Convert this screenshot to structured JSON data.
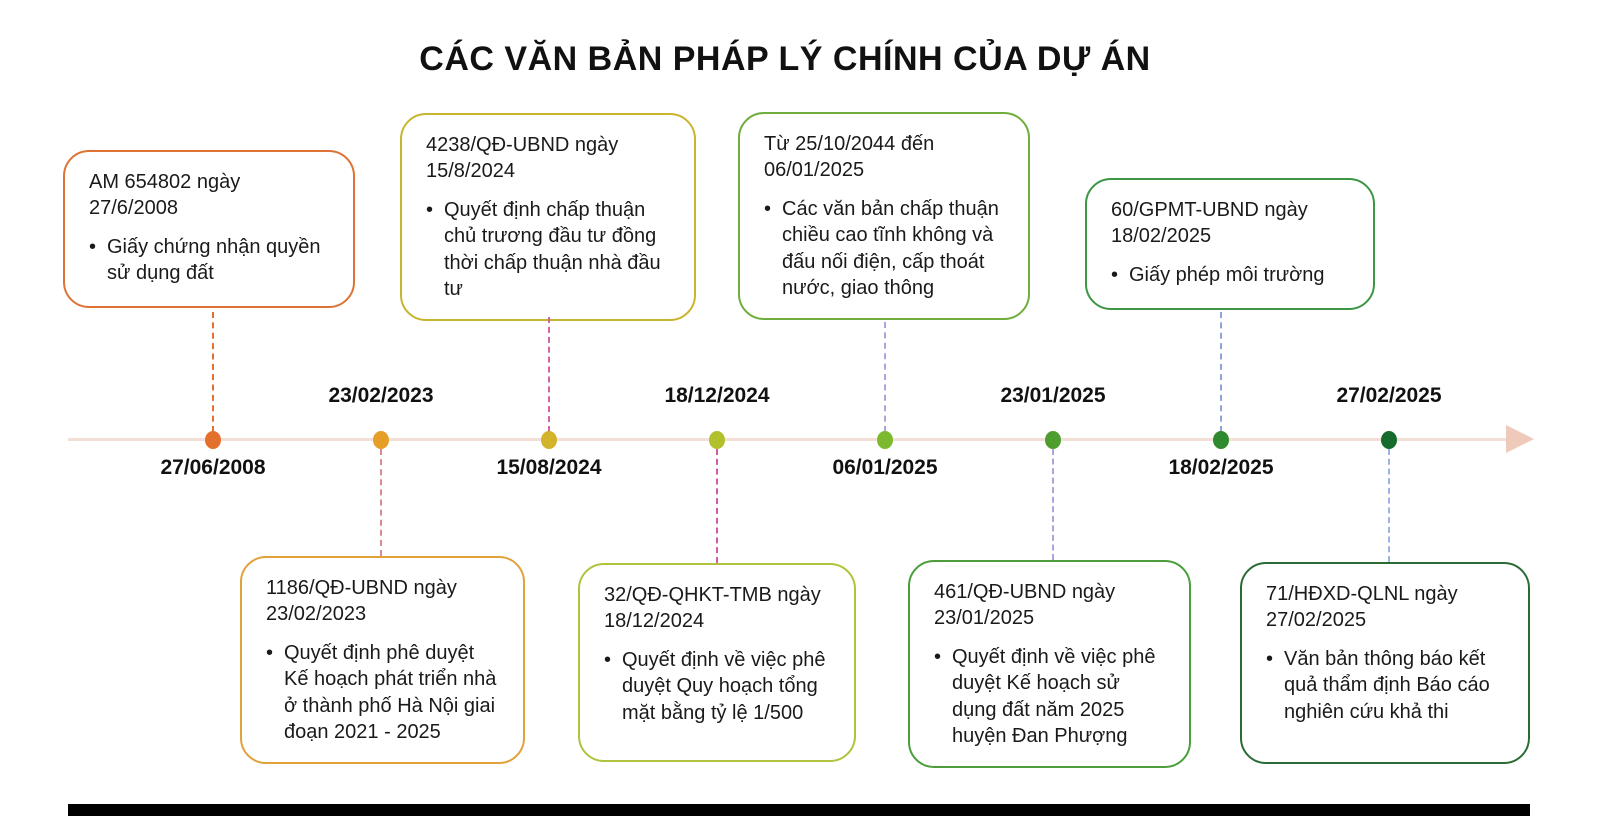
{
  "title": "CÁC VĂN BẢN PHÁP LÝ CHÍNH CỦA DỰ ÁN",
  "glyphs": {
    "bullet": "•"
  },
  "timeline": {
    "axis_color": "#F4DFD6",
    "arrow_color": "#EFC9BA",
    "footer_bar_color": "#000000"
  },
  "events": [
    {
      "date_label": "27/06/2008",
      "date_position": "below",
      "box_position": "above",
      "heading": "AM 654802 ngày 27/6/2008",
      "bullet": "Giấy chứng nhận quyền sử dụng đất",
      "dot_color": "#E4702E",
      "box_border_color": "#DD7435",
      "connector_color": "#E4702E"
    },
    {
      "date_label": "23/02/2023",
      "date_position": "above",
      "box_position": "below",
      "heading": "1186/QĐ-UBND ngày 23/02/2023",
      "bullet": "Quyết định phê duyệt Kế hoạch phát triển nhà ở thành phố Hà Nội giai đoạn 2021 - 2025",
      "dot_color": "#E69F26",
      "box_border_color": "#E0A23A",
      "connector_color": "#D98A92"
    },
    {
      "date_label": "15/08/2024",
      "date_position": "below",
      "box_position": "above",
      "heading": "4238/QĐ-UBND ngày 15/8/2024",
      "bullet": "Quyết định chấp thuận chủ trương đầu tư đồng thời chấp thuận nhà đầu tư",
      "dot_color": "#D2B32A",
      "box_border_color": "#C9B42E",
      "connector_color": "#D563A2"
    },
    {
      "date_label": "18/12/2024",
      "date_position": "above",
      "box_position": "below",
      "heading": "32/QĐ-QHKT-TMB ngày 18/12/2024",
      "bullet": "Quyết định về việc phê duyệt Quy hoạch tổng mặt bằng tỷ lệ 1/500",
      "dot_color": "#B2C02C",
      "box_border_color": "#B1C23C",
      "connector_color": "#D25AAE"
    },
    {
      "date_label": "06/01/2025",
      "date_position": "below",
      "box_position": "above",
      "heading": "Từ 25/10/2044 đến 06/01/2025",
      "bullet": "Các văn bản chấp thuận chiều cao tĩnh không và đấu nối điện, cấp thoát nước, giao thông",
      "dot_color": "#7DB92F",
      "box_border_color": "#6FAE3C",
      "connector_color": "#ABA5DE"
    },
    {
      "date_label": "23/01/2025",
      "date_position": "above",
      "box_position": "below",
      "heading": "461/QĐ-UBND ngày 23/01/2025",
      "bullet": "Quyết định về việc phê duyệt Kế hoạch sử dụng đất năm 2025 huyện Đan Phượng",
      "dot_color": "#4D9E2F",
      "box_border_color": "#4C9E3C",
      "connector_color": "#ABA5DE"
    },
    {
      "date_label": "18/02/2025",
      "date_position": "below",
      "box_position": "above",
      "heading": "60/GPMT-UBND ngày 18/02/2025",
      "bullet": "Giấy phép môi trường",
      "dot_color": "#2F8A2D",
      "box_border_color": "#3C9644",
      "connector_color": "#8FA3D8"
    },
    {
      "date_label": "27/02/2025",
      "date_position": "above",
      "box_position": "below",
      "heading": "71/HĐXD-QLNL ngày 27/02/2025",
      "bullet": "Văn bản thông báo kết quả thẩm định Báo cáo nghiên cứu khả thi",
      "dot_color": "#156B2B",
      "box_border_color": "#2A6B35",
      "connector_color": "#9DB4E0"
    }
  ]
}
